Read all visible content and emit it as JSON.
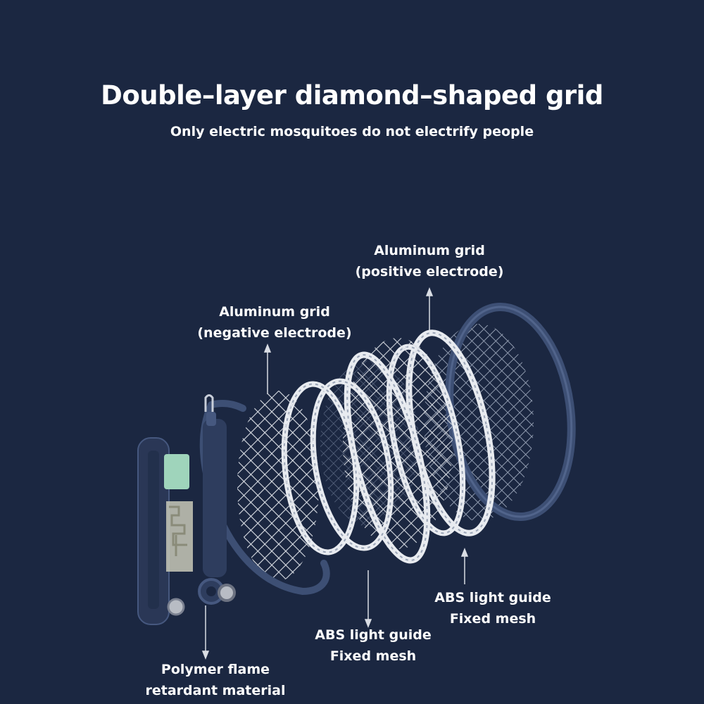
{
  "header": {
    "title": "Double–layer diamond–shaped grid",
    "subtitle": "Only electric mosquitoes do not electrify people"
  },
  "labels": {
    "grid_positive": {
      "line1": "Aluminum grid",
      "line2": "(positive electrode)"
    },
    "grid_negative": {
      "line1": "Aluminum grid",
      "line2": "(negative electrode)"
    },
    "abs_right": {
      "line1": "ABS light guide",
      "line2": "Fixed mesh"
    },
    "abs_center": {
      "line1": "ABS light guide",
      "line2": "Fixed mesh"
    },
    "polymer": {
      "line1": "Polymer flame",
      "line2": "retardant material"
    }
  },
  "colors": {
    "background": "#1b2741",
    "frame": "#3d4f74",
    "mesh": "#d9dde4",
    "accent_green": "#9fd4bb"
  }
}
